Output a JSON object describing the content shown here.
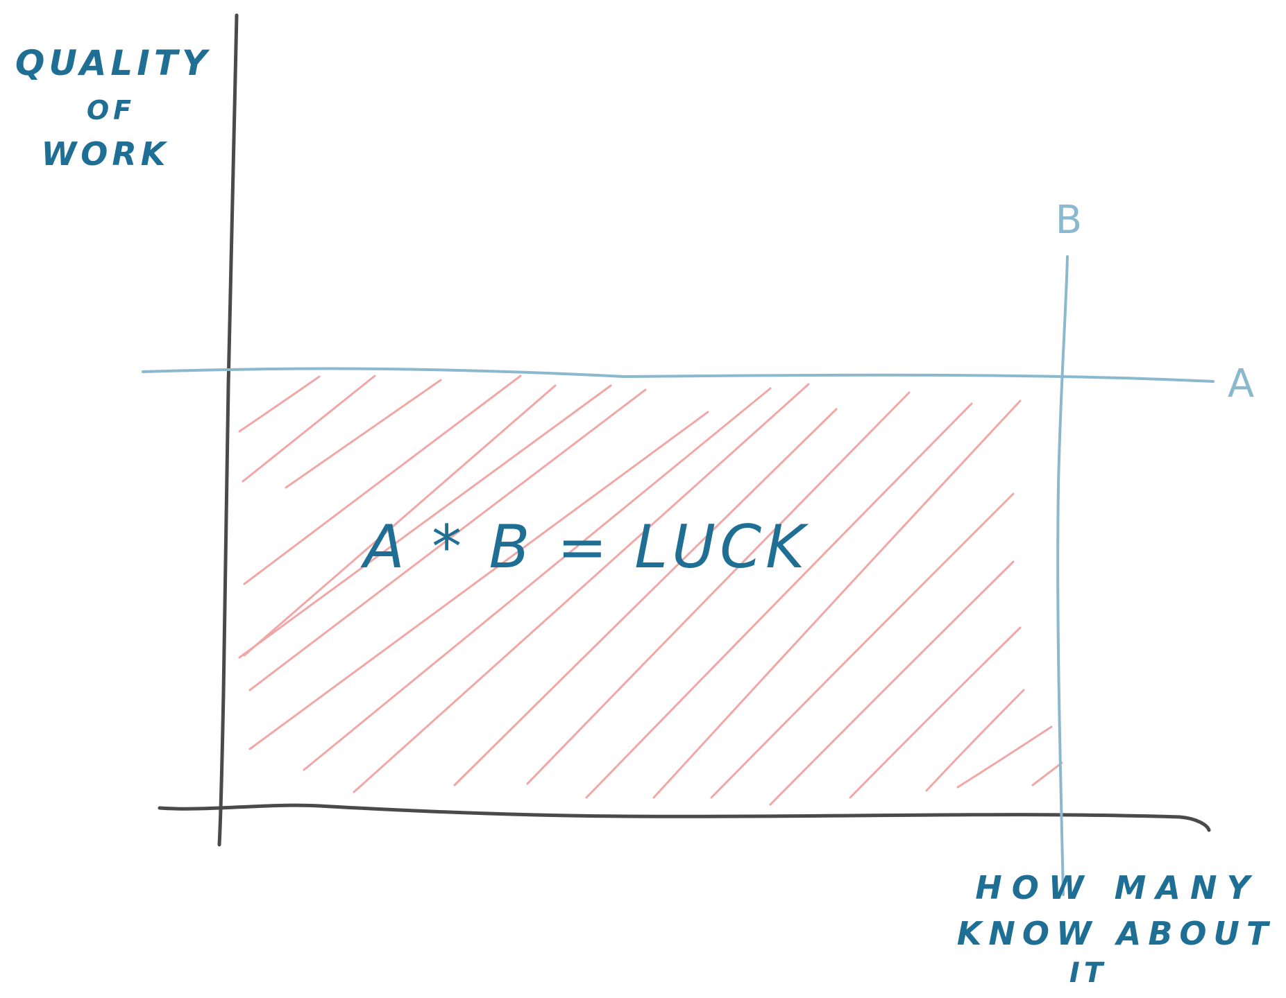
{
  "diagram": {
    "y_axis_label_lines": [
      "QUALITY",
      "OF",
      "WORK"
    ],
    "x_axis_label_lines": [
      "HOW MANY",
      "KNOW ABOUT",
      "IT"
    ],
    "line_a_label": "A",
    "line_b_label": "B",
    "area_label": "A * B = LUCK",
    "colors": {
      "axis": "#4a4a4a",
      "text": "#1f6f95",
      "guide_line": "#8ab9cf",
      "hatch": "#f2a7a7"
    }
  }
}
